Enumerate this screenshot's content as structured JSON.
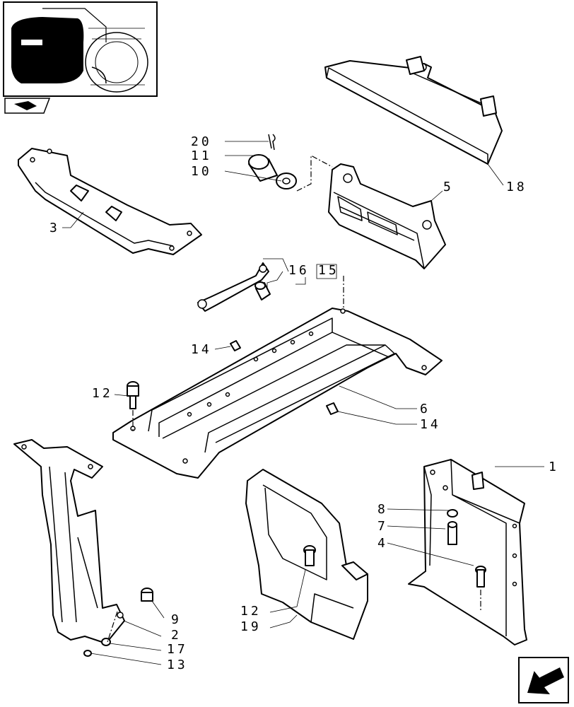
{
  "diagram": {
    "thumbnail": "tractor-front-ballast-thumbnail",
    "labels": {
      "l1": "1",
      "l2": "2",
      "l3": "3",
      "l4": "4",
      "l5": "5",
      "l6": "6",
      "l7": "7",
      "l8": "8",
      "l9": "9",
      "l10": "10",
      "l11": "11",
      "l12a": "12",
      "l12b": "12",
      "l13": "13",
      "l14a": "14",
      "l14b": "14",
      "l15": "15",
      "l16": "16",
      "l17": "17",
      "l18": "18",
      "l19": "19",
      "l20": "20"
    },
    "icons": {
      "top_left": "book-page-icon",
      "bottom_right": "next-page-arrow-icon"
    }
  }
}
